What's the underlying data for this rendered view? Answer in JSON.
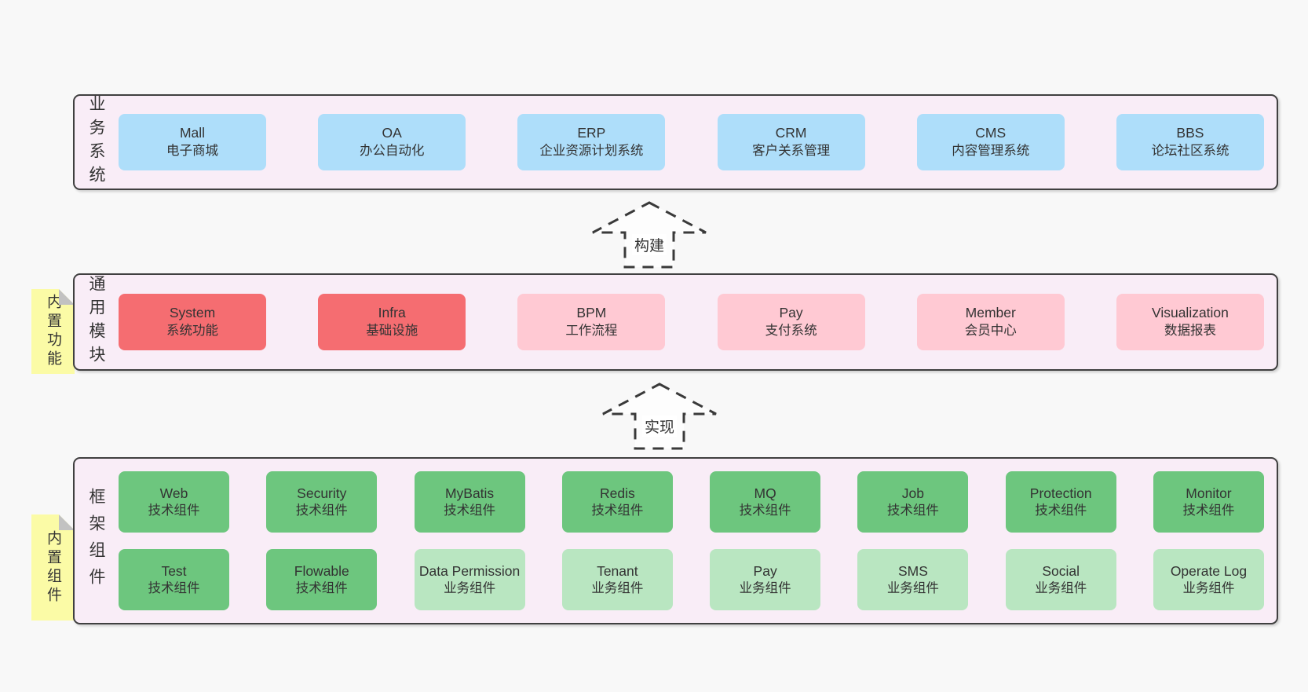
{
  "colors": {
    "page_bg": "#f8f8f8",
    "band_bg": "#f9edf7",
    "band_border": "#404040",
    "blue": "#aedefa",
    "red": "#f56d71",
    "pink": "#ffc9d3",
    "green": "#6dc67e",
    "green_light": "#b9e6c1",
    "note_yellow": "#fbfba6",
    "fold_gray": "#c2c2c2",
    "text": "#333333"
  },
  "arrows": [
    {
      "label": "构建"
    },
    {
      "label": "实现"
    }
  ],
  "bands": [
    {
      "label": "业务系统",
      "boxes": [
        {
          "title": "Mall",
          "subtitle": "电子商城",
          "variant": "blue"
        },
        {
          "title": "OA",
          "subtitle": "办公自动化",
          "variant": "blue"
        },
        {
          "title": "ERP",
          "subtitle": "企业资源计划系统",
          "variant": "blue"
        },
        {
          "title": "CRM",
          "subtitle": "客户关系管理",
          "variant": "blue"
        },
        {
          "title": "CMS",
          "subtitle": "内容管理系统",
          "variant": "blue"
        },
        {
          "title": "BBS",
          "subtitle": "论坛社区系统",
          "variant": "blue"
        }
      ]
    },
    {
      "label": "通用模块",
      "note": "内置功能",
      "boxes": [
        {
          "title": "System",
          "subtitle": "系统功能",
          "variant": "red"
        },
        {
          "title": "Infra",
          "subtitle": "基础设施",
          "variant": "red"
        },
        {
          "title": "BPM",
          "subtitle": "工作流程",
          "variant": "pink"
        },
        {
          "title": "Pay",
          "subtitle": "支付系统",
          "variant": "pink"
        },
        {
          "title": "Member",
          "subtitle": "会员中心",
          "variant": "pink"
        },
        {
          "title": "Visualization",
          "subtitle": "数据报表",
          "variant": "pink"
        }
      ]
    },
    {
      "label": "框架组件",
      "note": "内置组件",
      "boxes": [
        {
          "title": "Web",
          "subtitle": "技术组件",
          "variant": "green"
        },
        {
          "title": "Security",
          "subtitle": "技术组件",
          "variant": "green"
        },
        {
          "title": "MyBatis",
          "subtitle": "技术组件",
          "variant": "green"
        },
        {
          "title": "Redis",
          "subtitle": "技术组件",
          "variant": "green"
        },
        {
          "title": "MQ",
          "subtitle": "技术组件",
          "variant": "green"
        },
        {
          "title": "Job",
          "subtitle": "技术组件",
          "variant": "green"
        },
        {
          "title": "Protection",
          "subtitle": "技术组件",
          "variant": "green"
        },
        {
          "title": "Monitor",
          "subtitle": "技术组件",
          "variant": "green"
        },
        {
          "title": "Test",
          "subtitle": "技术组件",
          "variant": "green"
        },
        {
          "title": "Flowable",
          "subtitle": "技术组件",
          "variant": "green"
        },
        {
          "title": "Data Permission",
          "subtitle": "业务组件",
          "variant": "green-light"
        },
        {
          "title": "Tenant",
          "subtitle": "业务组件",
          "variant": "green-light"
        },
        {
          "title": "Pay",
          "subtitle": "业务组件",
          "variant": "green-light"
        },
        {
          "title": "SMS",
          "subtitle": "业务组件",
          "variant": "green-light"
        },
        {
          "title": "Social",
          "subtitle": "业务组件",
          "variant": "green-light"
        },
        {
          "title": "Operate Log",
          "subtitle": "业务组件",
          "variant": "green-light"
        }
      ]
    }
  ]
}
